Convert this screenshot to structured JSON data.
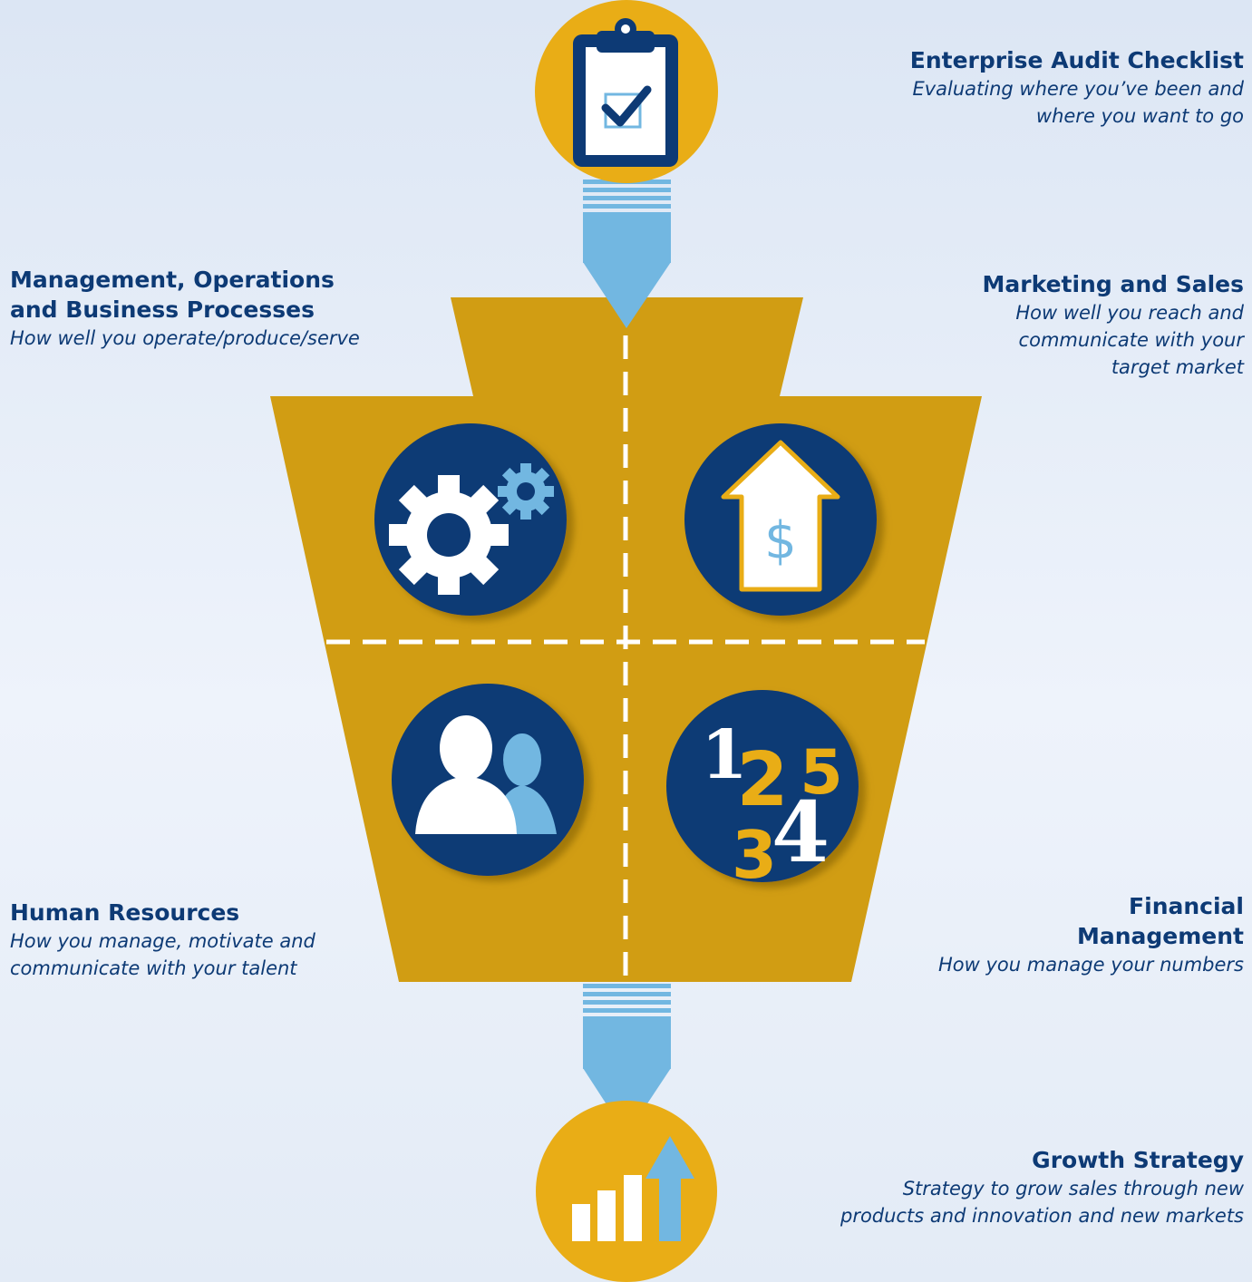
{
  "colors": {
    "gold": "#d19d13",
    "gold_bright": "#e9ad16",
    "navy": "#0d3a75",
    "light_blue": "#72b7e1",
    "white": "#ffffff"
  },
  "top": {
    "title": "Enterprise Audit Checklist",
    "desc_lines": [
      "Evaluating where you’ve been and",
      "where you want to go"
    ],
    "icon": "clipboard-check-icon"
  },
  "quadrants": {
    "management": {
      "title_lines": [
        "Management, Operations",
        "and Business Processes"
      ],
      "desc": "How well you operate/produce/serve",
      "icon": "gears-icon"
    },
    "marketing": {
      "title": "Marketing and Sales",
      "desc_lines": [
        "How well you reach and",
        "communicate with your",
        "target market"
      ],
      "icon": "dollar-arrow-icon"
    },
    "hr": {
      "title": "Human Resources",
      "desc_lines": [
        "How you manage, motivate and",
        "communicate with your talent"
      ],
      "icon": "people-icon"
    },
    "finance": {
      "title_lines": [
        "Financial",
        "Management"
      ],
      "desc": "How you manage your numbers",
      "icon": "numbers-icon",
      "numbers": [
        "1",
        "2",
        "5",
        "3",
        "4"
      ]
    }
  },
  "bottom": {
    "title": "Growth Strategy",
    "desc_lines": [
      "Strategy to grow sales through new",
      "products and innovation and new markets"
    ],
    "icon": "growth-chart-icon"
  }
}
